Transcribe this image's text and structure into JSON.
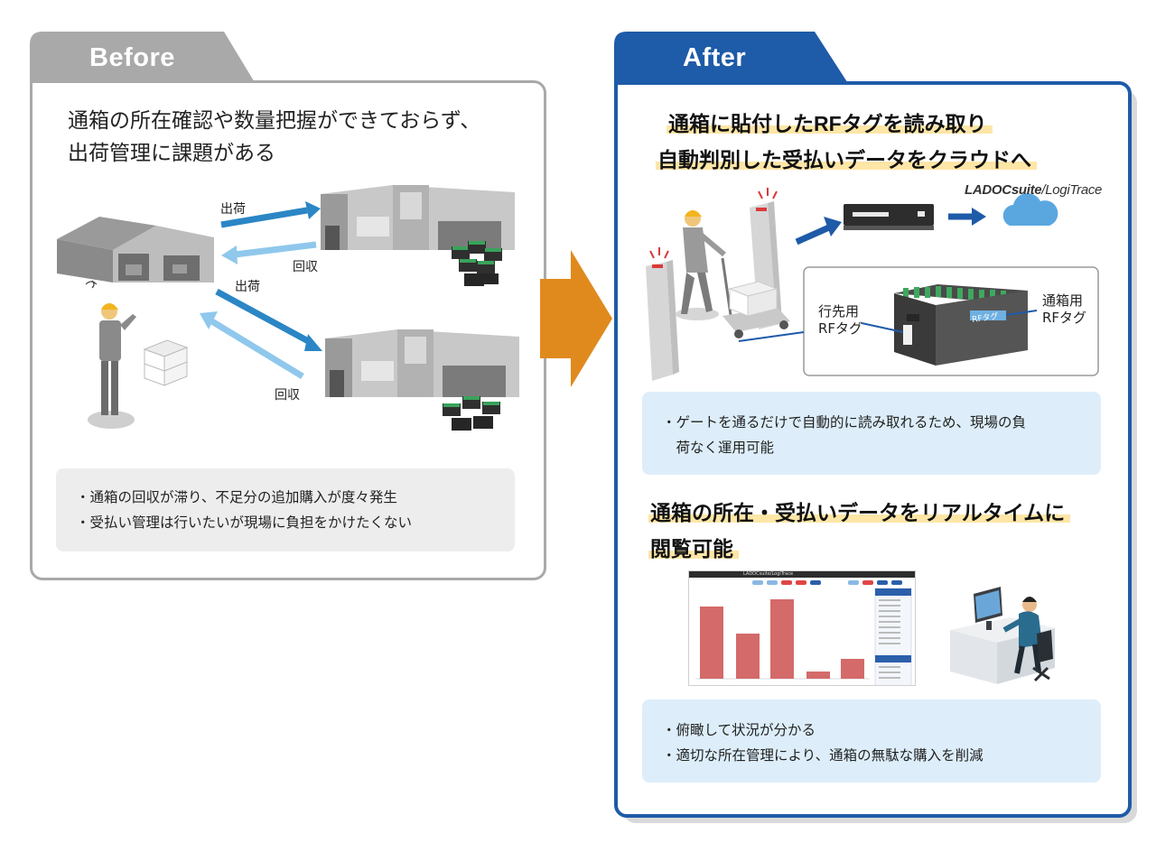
{
  "before": {
    "tab_label": "Before",
    "title_line1": "通箱の所在確認や数量把握ができておらず、",
    "title_line2": "出荷管理に課題がある",
    "arrow_label_ship1": "出荷",
    "arrow_label_return1": "回収",
    "arrow_label_ship2": "出荷",
    "arrow_label_return2": "回収",
    "notes": [
      "・通箱の回収が滞り、不足分の追加購入が度々発生",
      "・受払い管理は行いたいが現場に負担をかけたくない"
    ]
  },
  "after": {
    "tab_label": "After",
    "heading1_line1": "通箱に貼付したRFタグを読み取り",
    "heading1_line2": "自動判別した受払いデータをクラウドへ",
    "brand_bold": "LADOCsuite",
    "brand_rest": "/LogiTrace",
    "rf_label_dest_line1": "行先用",
    "rf_label_dest_line2": "RFタグ",
    "rf_label_box_line1": "通箱用",
    "rf_label_box_line2": "RFタグ",
    "rf_tag_text": "RFタグ",
    "note1": [
      "・ゲートを通るだけで自動的に読み取れるため、現場の負",
      "　荷なく運用可能"
    ],
    "heading2_line1": "通箱の所在・受払いデータをリアルタイムに",
    "heading2_line2": "閲覧可能",
    "screen_title": "LADOCsuite/LogiTrace",
    "note2": [
      "・俯瞰して状況が分かる",
      "・適切な所在管理により、通箱の無駄な購入を削減"
    ]
  },
  "colors": {
    "before_gray": "#a9a9a9",
    "after_blue": "#1e5ba8",
    "transition_orange": "#e08a1e",
    "highlight_yellow": "#fde6a6",
    "note_blue": "#ddeefa",
    "note_gray": "#ededed",
    "ship_arrow": "#2b86c5",
    "return_arrow": "#8fc8ec",
    "bar_red": "#d46a6a"
  },
  "icons": [
    "warehouse-icon",
    "worker-icon",
    "crates-icon",
    "rfid-gate-icon",
    "reader-device-icon",
    "cloud-icon",
    "container-icon",
    "dashboard-screenshot",
    "computer-user-icon"
  ]
}
